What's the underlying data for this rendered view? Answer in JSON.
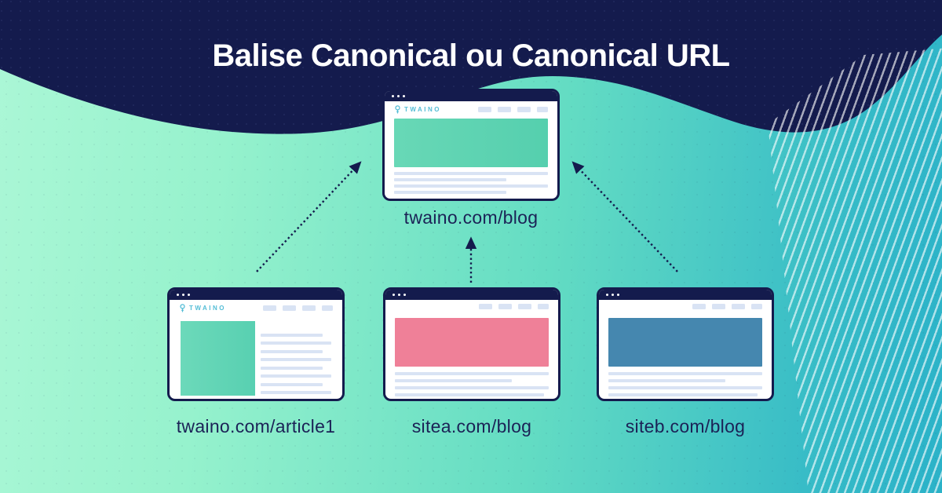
{
  "title": "Balise Canonical ou Canonical URL",
  "brand": {
    "name": "TWAINO"
  },
  "diagram": {
    "canonical_page": {
      "url": "twaino.com/blog"
    },
    "duplicate_pages": [
      {
        "url": "twaino.com/article1"
      },
      {
        "url": "sitea.com/blog"
      },
      {
        "url": "siteb.com/blog"
      }
    ]
  },
  "colors": {
    "navy": "#141b4d",
    "mint": "#a6f6d3",
    "teal": "#2db5c7",
    "teal_block": "#5dd3b2",
    "pink_block": "#ef8098",
    "blue_block": "#4587af",
    "placeholder_line": "#d9e3f4",
    "logo_teal": "#54bdd6",
    "label_text": "#1b2256",
    "title_text": "#ffffff"
  }
}
